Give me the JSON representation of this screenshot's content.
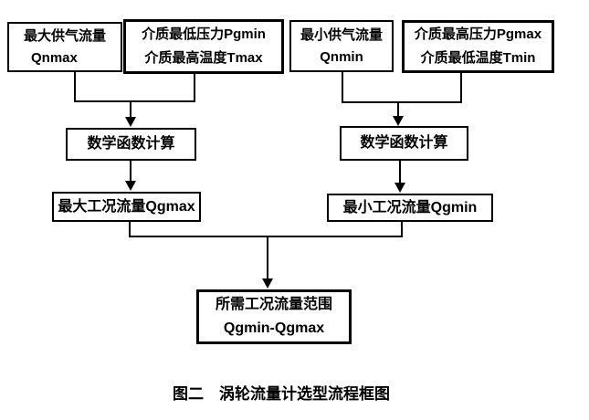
{
  "flowchart": {
    "boxes": {
      "qnmax": {
        "line1": "最大供气流量",
        "line2": "Qnmax"
      },
      "pgmin_tmax": {
        "line1": "介质最低压力Pgmin",
        "line2": "介质最高温度Tmax"
      },
      "qnmin": {
        "line1": "最小供气流量",
        "line2": "Qnmin"
      },
      "pgmax_tmin": {
        "line1": "介质最高压力Pgmax",
        "line2": "介质最低温度Tmin"
      },
      "math_left": {
        "label": "数学函数计算"
      },
      "math_right": {
        "label": "数学函数计算"
      },
      "qgmax": {
        "label": "最大工况流量Qgmax"
      },
      "qgmin": {
        "label": "最小工况流量Qgmin"
      },
      "result": {
        "line1": "所需工况流量范围",
        "line2": "Qgmin-Qgmax"
      }
    },
    "caption": "图二　涡轮流量计选型流程框图"
  },
  "colors": {
    "line": "#000000",
    "background": "#ffffff"
  }
}
